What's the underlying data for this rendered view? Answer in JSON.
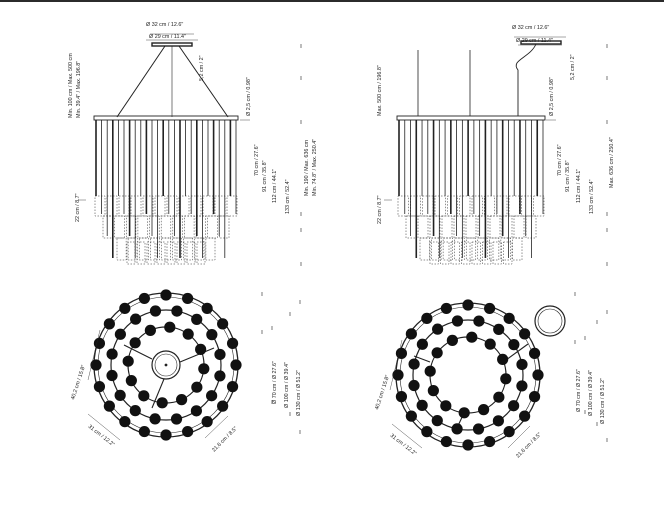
{
  "elevation_left": {
    "top_labels": [
      "Ø 32 cm / 12.6\"",
      "Ø 29 cm / 11.4\"",
      "5,2 cm / 2\""
    ],
    "left_labels": [
      "Min. 100 cm / Max. 500 cm",
      "Min. 39.4\" / Max. 196.8\"",
      "22 cm / 8.7\""
    ],
    "right_labels": [
      "Ø 2,5 cm / 0.98\"",
      "70 cm / 27.6\"",
      "91 cm / 35.8\"",
      "112 cm / 44.1\"",
      "133 cm / 52.4\"",
      "Min. 190 / Max. 636 cm",
      "Min. 74.8\" / Max. 250.4\""
    ]
  },
  "elevation_right": {
    "top_labels": [
      "Ø 32 cm / 12.6\"",
      "Ø 29 cm / 11.4\"",
      "5,2 cm / 2\""
    ],
    "left_labels": [
      "Max. 500 cm / 196.8\"",
      "22 cm / 8.7\""
    ],
    "right_labels": [
      "Ø 2,5 cm / 0.98\"",
      "70 cm / 27.6\"",
      "91 cm / 35.8\"",
      "112 cm / 44.1\"",
      "133 cm / 52.4\"",
      "Max. 636 cm / 250.4\""
    ]
  },
  "plan_left": {
    "side_label": "40,2 cm / 15.8\"",
    "bottom_labels": [
      "31 cm / 12.2\"",
      "21,6 cm / 8.5\""
    ],
    "right_labels": [
      "Ø 70 cm / Ø 27.6\"",
      "Ø 100 cm / Ø 39.4\"",
      "Ø 130 cm / Ø 51.2\""
    ]
  },
  "plan_right": {
    "side_label": "40,2 cm / 15.8\"",
    "bottom_labels": [
      "31 cm / 12.2\"",
      "21,6 cm / 8.5\""
    ],
    "right_labels": [
      "Ø 70 cm / Ø 27.6\"",
      "Ø 100 cm / Ø 39.4\"",
      "Ø 130 cm / Ø 51.2\""
    ]
  }
}
